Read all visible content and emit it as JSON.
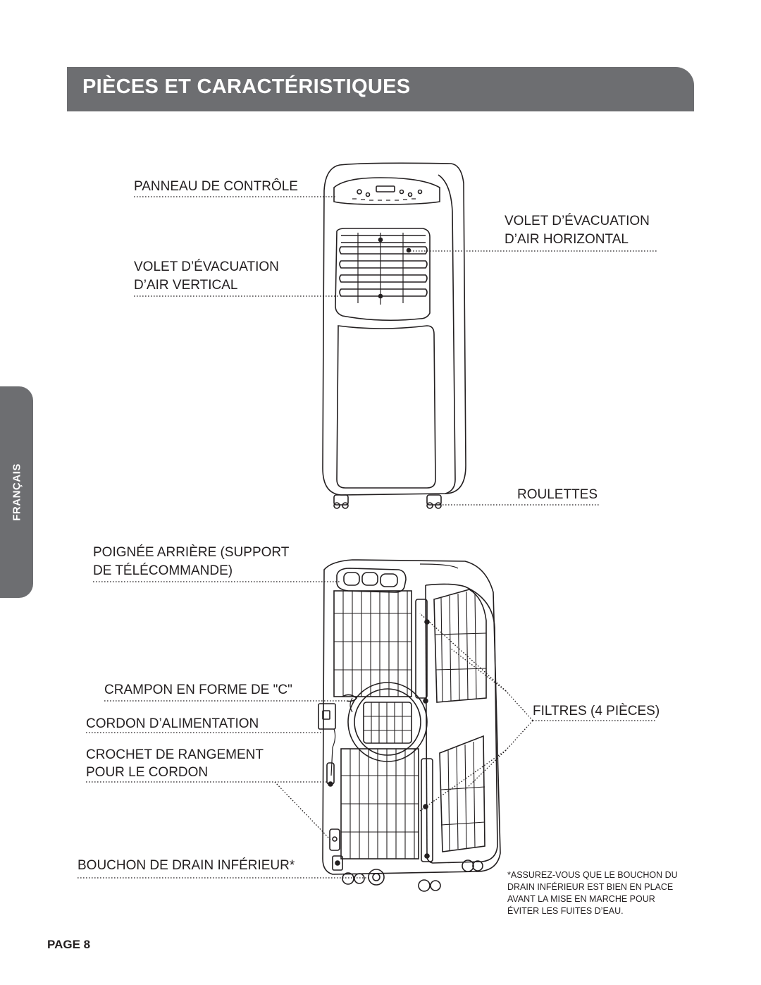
{
  "header": {
    "title": "PIÈCES ET CARACTÉRISTIQUES"
  },
  "side_tab": {
    "label": "FRANÇAIS"
  },
  "labels": {
    "control_panel": "PANNEAU DE CONTRÔLE",
    "horizontal_louver_1": "VOLET D’ÉVACUATION",
    "horizontal_louver_2": "D’AIR HORIZONTAL",
    "vertical_louver_1": "VOLET D’ÉVACUATION",
    "vertical_louver_2": "D’AIR VERTICAL",
    "casters": "ROULETTES",
    "rear_handle_1": "POIGNÉE ARRIÈRE (SUPPORT",
    "rear_handle_2": "DE TÉLÉCOMMANDE)",
    "c_clamp": "CRAMPON EN FORME DE \"C\"",
    "power_cord": "CORDON D’ALIMENTATION",
    "cord_hook_1": "CROCHET DE RANGEMENT",
    "cord_hook_2": "POUR LE CORDON",
    "filters": "FILTRES (4 PIÈCES)",
    "drain_plug": "BOUCHON DE DRAIN INFÉRIEUR*"
  },
  "note": {
    "line1": "*ASSUREZ-VOUS QUE LE BOUCHON DU",
    "line2": "DRAIN INFÉRIEUR EST BIEN EN PLACE",
    "line3": "AVANT LA MISE EN MARCHE POUR",
    "line4": "ÉVITER LES FUITES D’EAU."
  },
  "footer": {
    "page": "PAGE 8"
  },
  "colors": {
    "header_bg": "#6d6e71",
    "text": "#231f20",
    "line_art": "#231f20"
  }
}
